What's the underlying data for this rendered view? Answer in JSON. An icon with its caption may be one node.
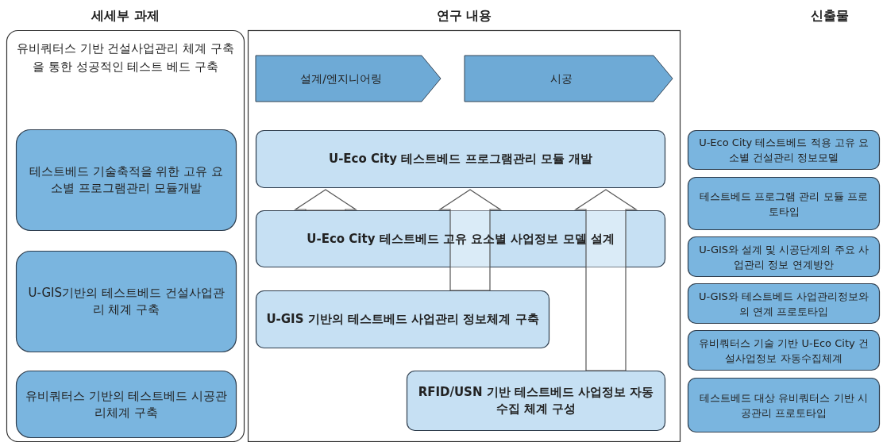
{
  "diagram": {
    "nodes": [
      {
        "text": [
          "세세부 과제",
          "유비쿼터스 기반 건설사업관리 체계 구축을 통한 성공적인 테스트 베드 구축"
        ]
      },
      {
        "text": [
          "테스트베드 기술축적을 위한 고유 요소별 프로그램관리 모듈개발"
        ],
        "in": 0
      },
      {
        "text": [
          "U-GIS기반의 테스트베드 건설사업관리 체계 구축"
        ],
        "in": 0
      },
      {
        "text": [
          "유비쿼터스 기반의 테스트베드 시공관리체계 구축"
        ],
        "in": 0
      },
      {
        "text": [
          "연구 내용"
        ]
      },
      {
        "text": [
          "설계/엔지니어링"
        ],
        "in": 4
      },
      {
        "text": [
          "시공"
        ],
        "in": 4
      },
      {
        "text": [
          "U-Eco City 테스트베드 프로그램관리 모듈 개발"
        ],
        "in": 4
      },
      {
        "text": [
          "U-Eco City 테스트베드 고유 요소별 사업정보 모델 설계"
        ],
        "in": 4
      },
      {
        "text": [
          "U-GIS 기반의 테스트베드 사업관리 정보체계 구축"
        ],
        "in": 4
      },
      {
        "text": [
          "RFID/USN 기반 테스트베드 사업정보 자동수집 체계 구성"
        ],
        "in": 4
      },
      {
        "text": [
          "U-Eco City 테스트베드 적용 고유 요소별 건설관리 정보모델"
        ]
      },
      {
        "text": [
          "테스트베드 프로그램 관리 모듈 프로토타입"
        ]
      },
      {
        "text": [
          "U-GIS와 설계 및 시공단계의 주요 사업관리 정보 연계방안"
        ]
      },
      {
        "text": [
          "U-GIS와 테스트베드 사업관리정보와의 연계 프로토타입"
        ]
      },
      {
        "text": [
          "유비쿼터스 기술 기반 U-Eco City 건설사업정보 자동수집체계"
        ]
      },
      {
        "text": [
          "테스트베드 대상 유비쿼터스 기반 시공관리 프로토타입"
        ]
      }
    ],
    "edges": [
      {
        "from": 8,
        "to": 7,
        "arrow": "to"
      },
      {
        "from": 9,
        "to": 7,
        "arrow": "to"
      },
      {
        "from": 10,
        "to": 7,
        "arrow": "to"
      }
    ],
    "labels": [
      "신출물"
    ]
  }
}
